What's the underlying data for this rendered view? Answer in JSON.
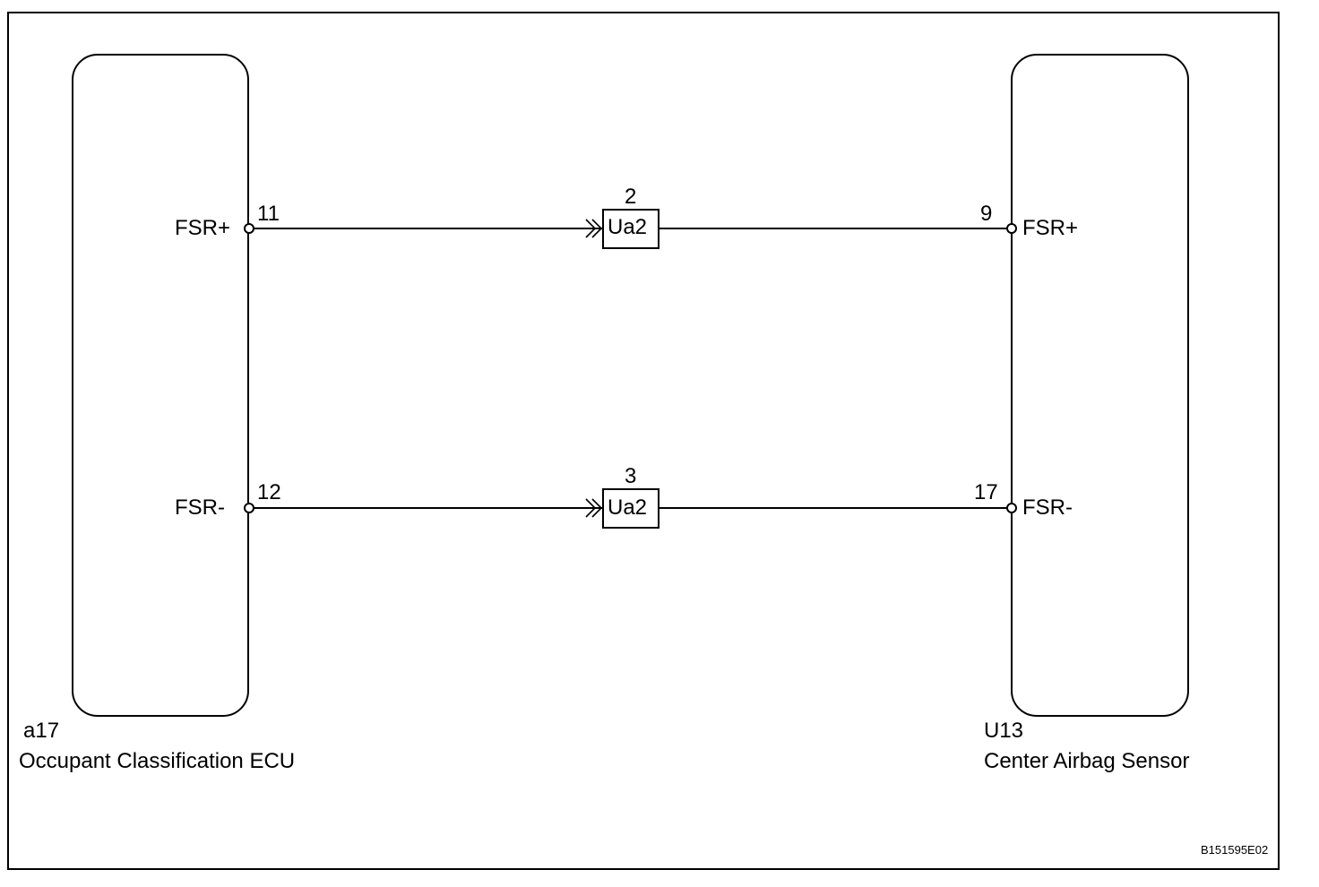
{
  "left_component": {
    "code": "a17",
    "name": "Occupant Classification ECU",
    "pins": [
      {
        "signal": "FSR+",
        "number": "11"
      },
      {
        "signal": "FSR-",
        "number": "12"
      }
    ]
  },
  "right_component": {
    "code": "U13",
    "name": "Center Airbag Sensor",
    "pins": [
      {
        "signal": "FSR+",
        "number": "9"
      },
      {
        "signal": "FSR-",
        "number": "17"
      }
    ]
  },
  "connectors": [
    {
      "name": "Ua2",
      "pin": "2"
    },
    {
      "name": "Ua2",
      "pin": "3"
    }
  ],
  "figure_code": "B151595E02"
}
